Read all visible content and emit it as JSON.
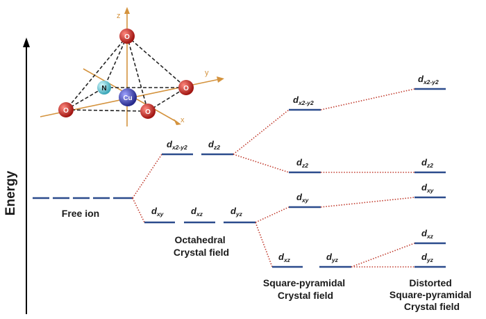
{
  "energy_axis": {
    "label": "Energy"
  },
  "stages": {
    "free_ion": {
      "caption": [
        "Free ion"
      ]
    },
    "octahedral": {
      "caption": [
        "Octahedral",
        "Crystal field"
      ]
    },
    "square_pyramidal": {
      "caption": [
        "Square-pyramidal",
        "Crystal field"
      ]
    },
    "distorted": {
      "caption": [
        "Distorted",
        "Square-pyramidal",
        "Crystal field"
      ]
    }
  },
  "orbitals": {
    "oct_x2y2": {
      "main": "d",
      "sub": "x2-y2"
    },
    "oct_z2": {
      "main": "d",
      "sub": "z2"
    },
    "oct_xy": {
      "main": "d",
      "sub": "xy"
    },
    "oct_xz": {
      "main": "d",
      "sub": "xz"
    },
    "oct_yz": {
      "main": "d",
      "sub": "yz"
    },
    "sp_x2y2": {
      "main": "d",
      "sub": "x2-y2"
    },
    "sp_z2": {
      "main": "d",
      "sub": "z2"
    },
    "sp_xy": {
      "main": "d",
      "sub": "xy"
    },
    "sp_xz": {
      "main": "d",
      "sub": "xz"
    },
    "sp_yz": {
      "main": "d",
      "sub": "yz"
    },
    "ds_x2y2": {
      "main": "d",
      "sub": "x2-y2"
    },
    "ds_z2": {
      "main": "d",
      "sub": "z2"
    },
    "ds_xy": {
      "main": "d",
      "sub": "xy"
    },
    "ds_xz": {
      "main": "d",
      "sub": "xz"
    },
    "ds_yz": {
      "main": "d",
      "sub": "yz"
    }
  },
  "molecule": {
    "axes": {
      "x": "x",
      "y": "y",
      "z": "z"
    },
    "atoms": {
      "apical": "O",
      "left": "O",
      "right": "O",
      "front": "O",
      "nitrogen": "N",
      "center": "Cu"
    },
    "colors": {
      "oxygen": "#c8201a",
      "nitrogen": "#59c7d6",
      "copper": "#3a3fc0",
      "axis": "#d4933e"
    }
  },
  "colors": {
    "level": "#2b4b8c",
    "connector": "#c0392b",
    "arrow": "#000000"
  }
}
